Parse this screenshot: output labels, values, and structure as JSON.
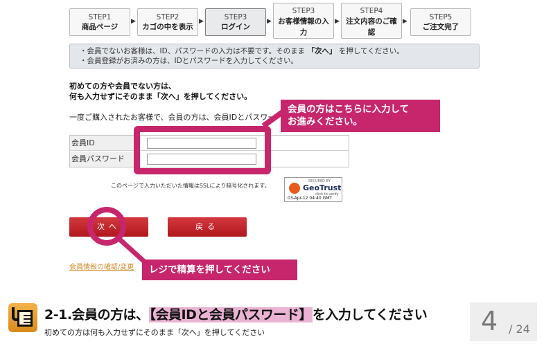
{
  "steps": [
    {
      "num": "STEP1",
      "label": "商品ページ"
    },
    {
      "num": "STEP2",
      "label": "カゴの中を表示"
    },
    {
      "num": "STEP3",
      "label": "ログイン"
    },
    {
      "num": "STEP3",
      "label_line1": "お客様情報の入",
      "label_line2": "力"
    },
    {
      "num": "STEP4",
      "label_line1": "注文内容のご確",
      "label_line2": "認"
    },
    {
      "num": "STEP5",
      "label": "ご注文完了"
    }
  ],
  "step_arrow": "▶",
  "info": {
    "line1_pre": "・会員でないお客様は、ID、パスワードの入力は不要です。そのまま",
    "line1_em": "「次へ」",
    "line1_post": "を押してください。",
    "line2": "・会員登録がお済みの方は、IDとパスワードを入力してください。"
  },
  "intro": {
    "line1": "初めての方や会員でない方は、",
    "line2": "何も入力せずにそのまま「次へ」を押してください。",
    "line3": "一度ご購入されたお客様で、会員の方は、会員IDとパスワー"
  },
  "form": {
    "id_label": "会員ID",
    "password_label": "会員パスワード",
    "id_value": "",
    "password_value": ""
  },
  "ssl_text": "このページで入力いただいた情報はSSLにより暗号化されます。",
  "geotrust": {
    "secured": "SECURED BY",
    "brand": "GeoTrust",
    "click": "click to verify",
    "date": "03-Apr-12 04:40 GMT"
  },
  "buttons": {
    "next": "次へ",
    "back": "戻る"
  },
  "member_link": "会員情報の確認/変更",
  "callouts": {
    "top_line1": "会員の方はこちらに入力して",
    "top_line2": "お進みください。",
    "bottom": "レジで精算を押してください"
  },
  "footer": {
    "title_pre": "2-1.会員の方は、",
    "title_hl": "【会員IDと会員パスワード】",
    "title_post": "を入力してください",
    "subtitle": "初めての方は何も入力せずにそのまま「次へ」を押してください",
    "page": "4",
    "total": "/ 24"
  },
  "colors": {
    "accent": "#c7266d",
    "button": "#c0282e",
    "highlight": "#eab3d3"
  }
}
